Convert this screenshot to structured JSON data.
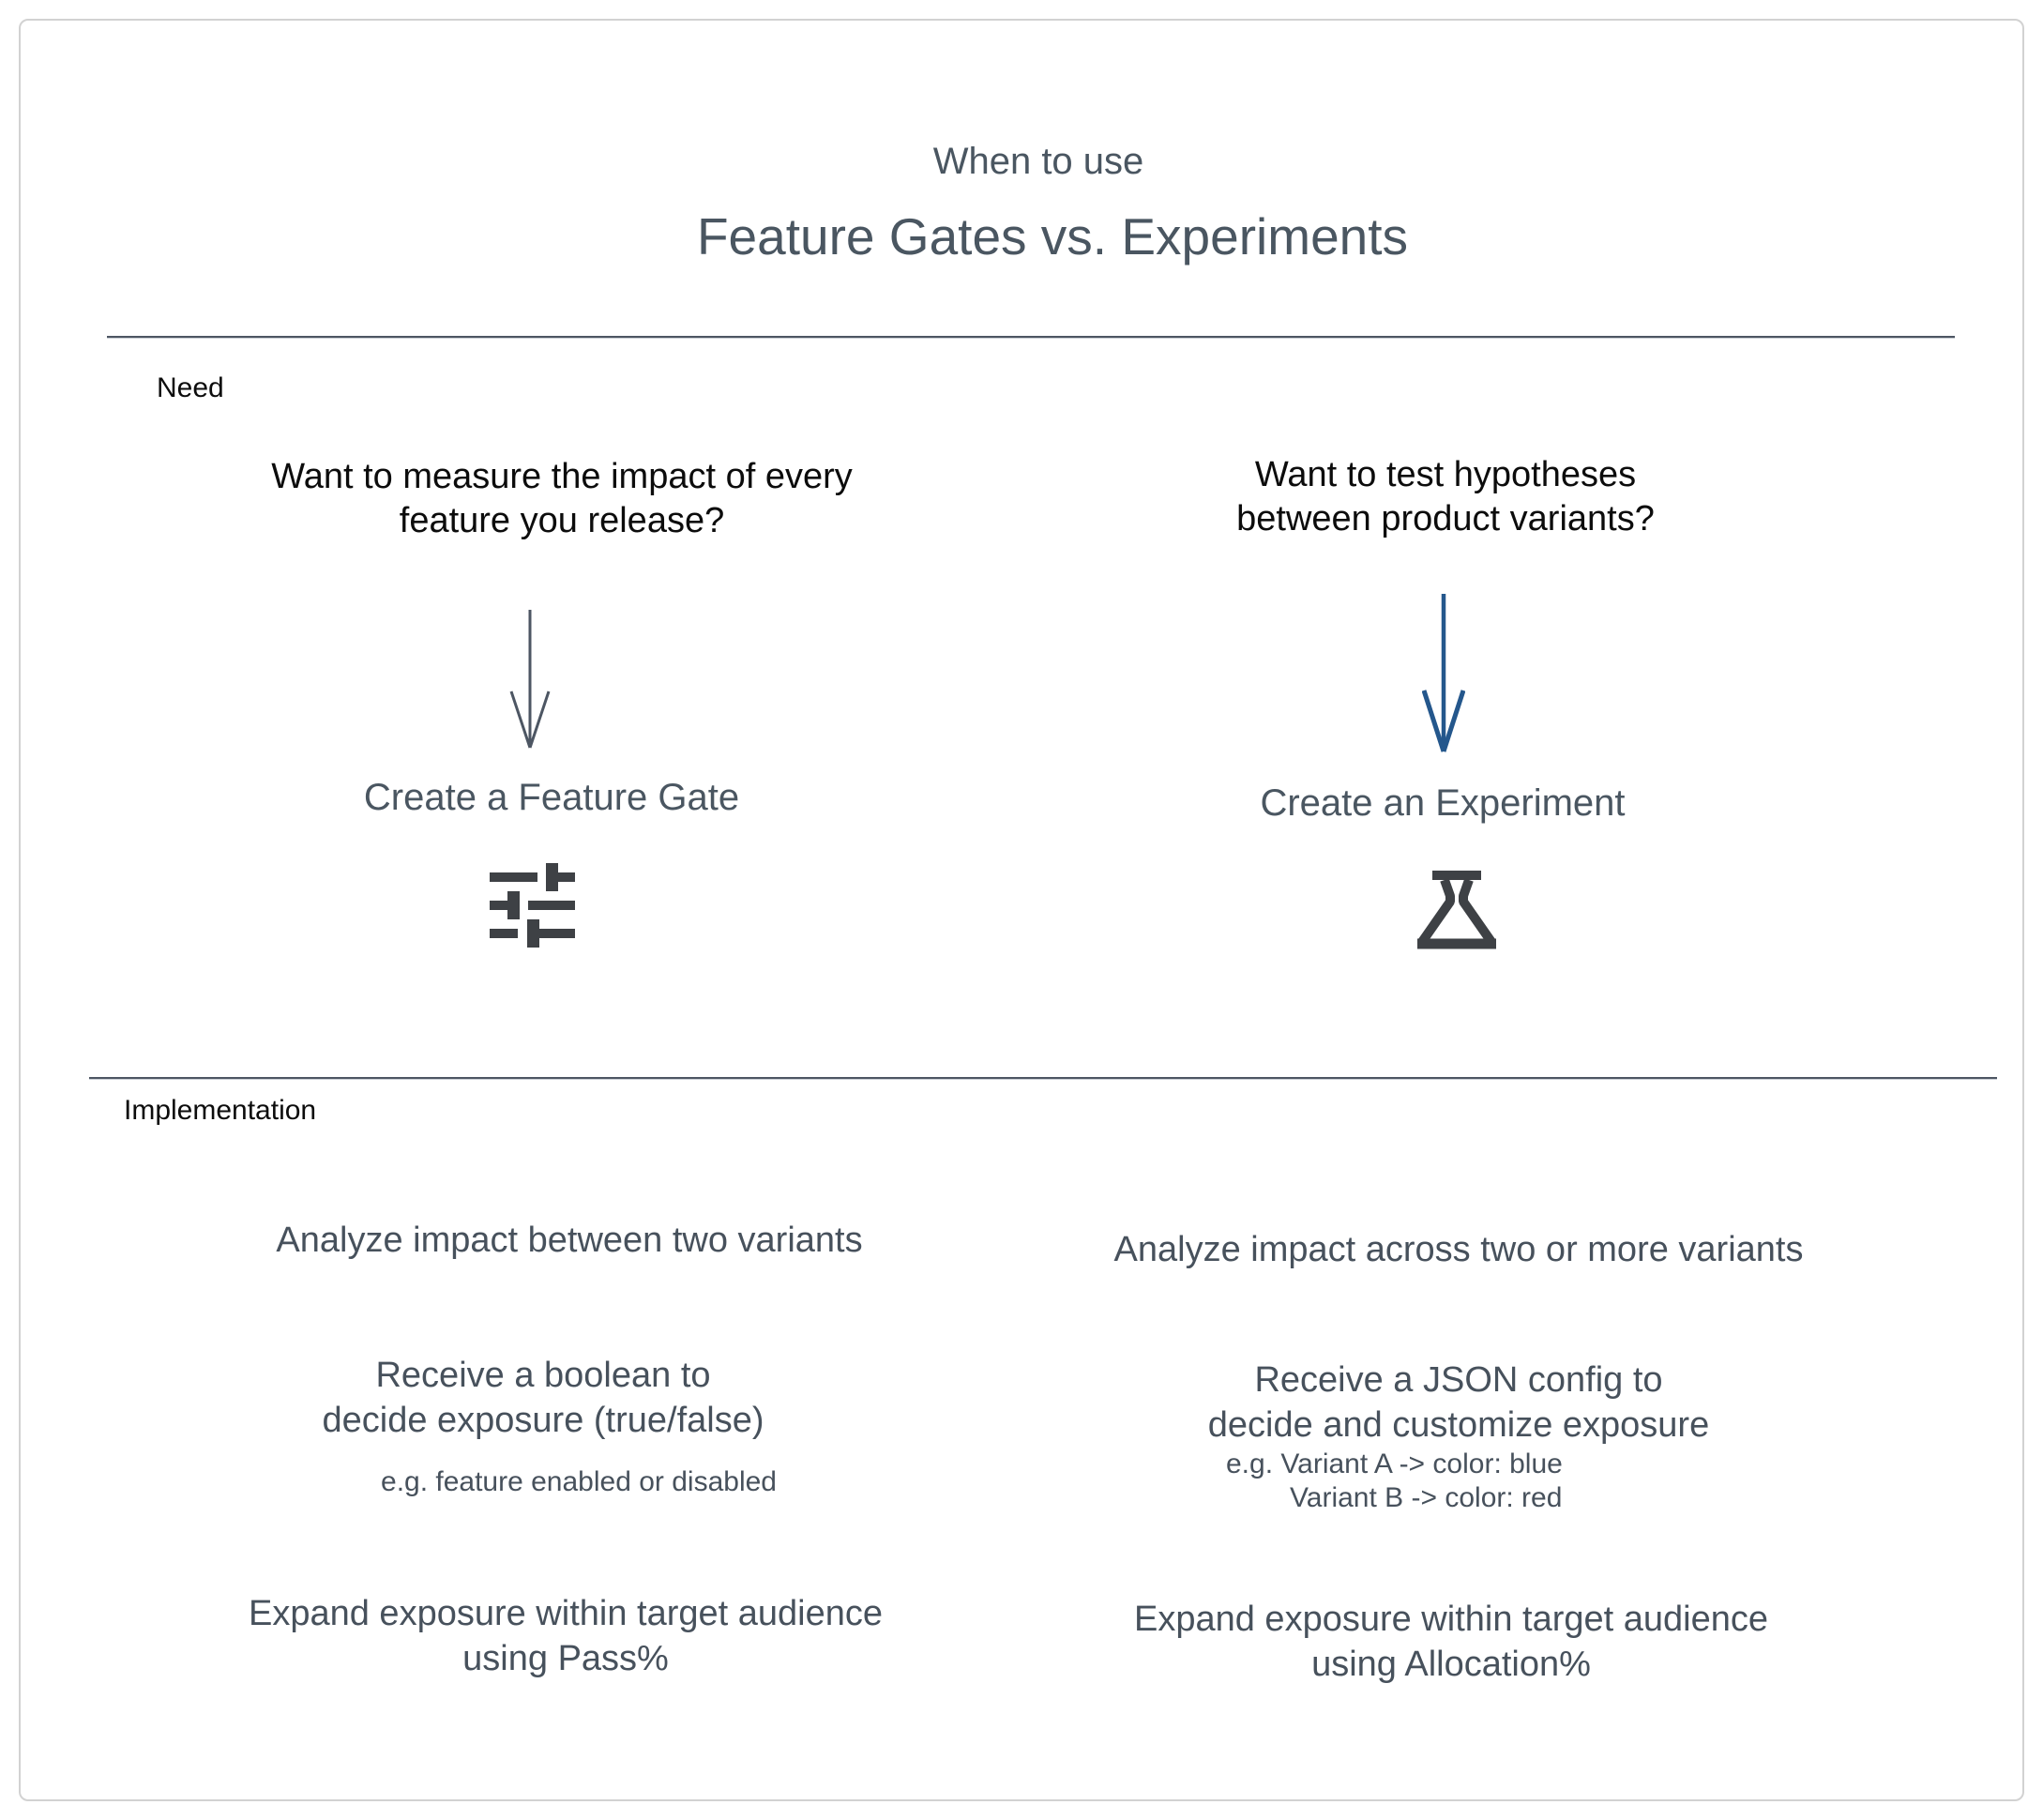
{
  "header": {
    "eyebrow": "When to use",
    "title": "Feature Gates vs. Experiments"
  },
  "sections": {
    "need": "Need",
    "implementation": "Implementation"
  },
  "feature_gate": {
    "question_line1": "Want to measure the impact of every",
    "question_line2": "feature you release?",
    "action": "Create a Feature Gate",
    "icon": "sliders-icon",
    "implementation": {
      "analyze": "Analyze impact between two variants",
      "receive_line1": "Receive a boolean to",
      "receive_line2": "decide exposure (true/false)",
      "example": "e.g. feature enabled or disabled",
      "expand_line1": "Expand exposure within target audience",
      "expand_line2": "using Pass%"
    }
  },
  "experiment": {
    "question_line1": "Want to test hypotheses",
    "question_line2": "between product variants?",
    "action": "Create an Experiment",
    "icon": "flask-icon",
    "implementation": {
      "analyze": "Analyze impact across two or more variants",
      "receive_line1": "Receive a JSON config to",
      "receive_line2": "decide and customize exposure",
      "example_line1": "e.g. Variant A -> color: blue",
      "example_line2": "Variant B -> color: red",
      "expand_line1": "Expand exposure within target audience",
      "expand_line2": "using Allocation%"
    }
  },
  "colors": {
    "text_slate": "#4a5661",
    "text_black": "#0c0c0c",
    "icon_charcoal": "#3e4145",
    "arrow_gray": "#4d5663",
    "arrow_blue": "#24578c",
    "divider": "#4d5663",
    "canvas_border": "#d2d2d2"
  }
}
